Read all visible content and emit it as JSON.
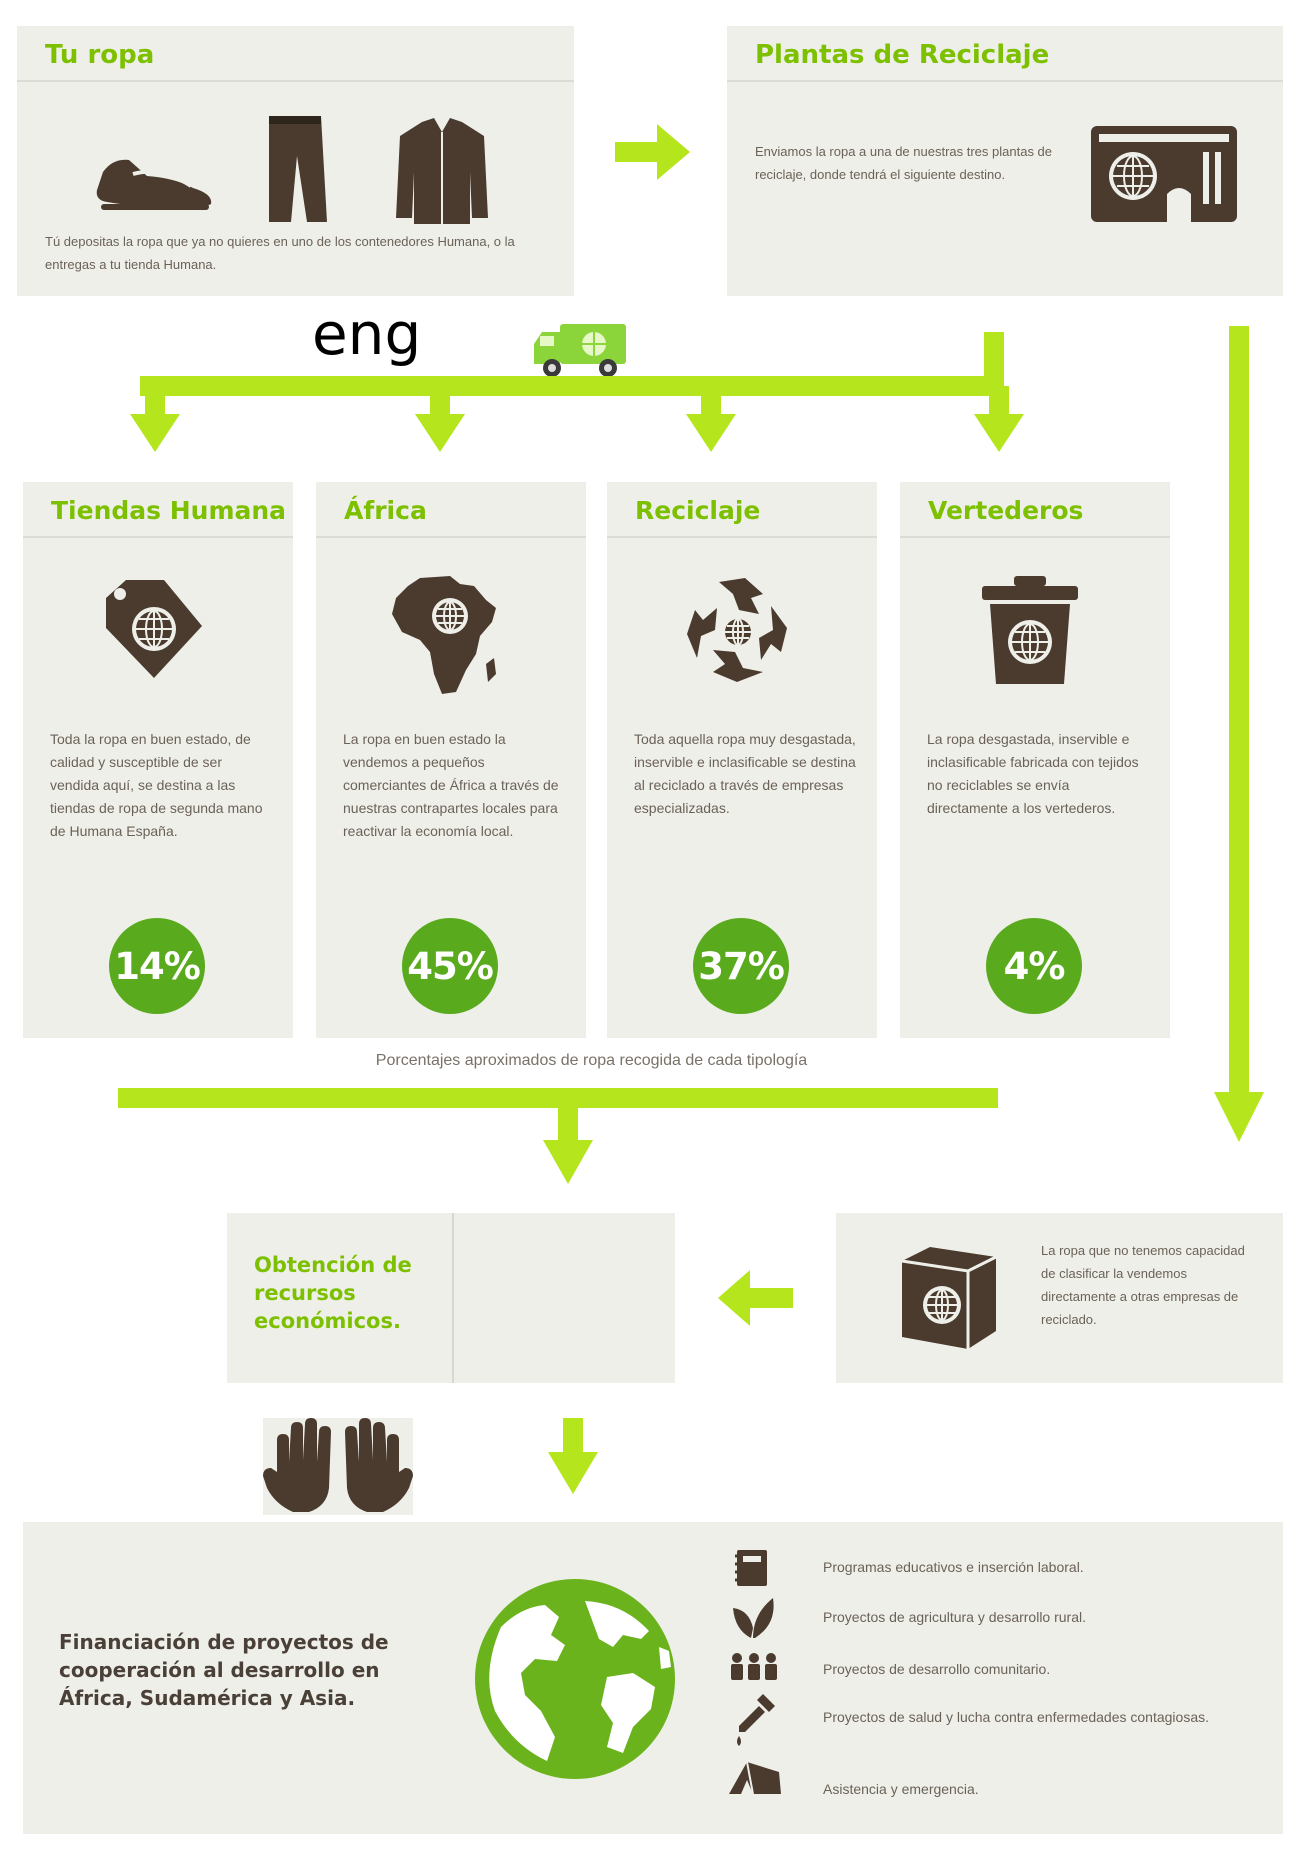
{
  "colors": {
    "brand_green": "#7cc000",
    "arrow_green": "#b5e61d",
    "circle_green": "#5aaa1e",
    "icon_dark": "#4a3b2e",
    "panel_bg": "#efefea"
  },
  "overlay_label": "eng",
  "tu_ropa": {
    "title": "Tu ropa",
    "text": "Tú depositas la ropa que ya no quieres en uno de los contenedores Humana, o la entregas a tu tienda Humana.",
    "icons": [
      "shoe-icon",
      "trousers-icon",
      "jacket-icon"
    ]
  },
  "plantas": {
    "title": "Plantas de Reciclaje",
    "text": "Enviamos la ropa a una de nuestras tres plantas de reciclaje, donde tendrá el siguiente destino.",
    "icon": "recycling-plant-icon"
  },
  "truck_icon": "truck-icon",
  "destinations": [
    {
      "title": "Tiendas Humana",
      "text": "Toda la ropa en buen estado, de calidad y susceptible de ser vendida aquí, se destina a las tiendas de ropa de segunda mano de Humana España.",
      "percent": "14%",
      "icon": "price-tag-icon"
    },
    {
      "title": "África",
      "text": "La ropa en buen estado la vendemos a pequeños comerciantes de África a través de nuestras contrapartes locales para reactivar la economía local.",
      "percent": "45%",
      "icon": "africa-map-icon"
    },
    {
      "title": "Reciclaje",
      "text": "Toda aquella ropa muy desgastada, inservible e inclasificable se destina al reciclado a través de empresas especializadas.",
      "percent": "37%",
      "icon": "recycle-arrows-icon"
    },
    {
      "title": "Vertederos",
      "text": "La ropa desgastada, inservible e inclasificable fabricada con tejidos no reciclables se envía directamente a los vertederos.",
      "percent": "4%",
      "icon": "trash-bin-icon"
    }
  ],
  "caption": "Porcentajes aproximados de ropa recogida de cada tipología",
  "obtencion": {
    "title": "Obtención de recursos económicos."
  },
  "box_panel": {
    "text": "La ropa que no tenemos capacidad de clasificar la vendemos directamente a otras empresas de reciclado.",
    "icon": "box-icon"
  },
  "hands_icon": "hands-icon",
  "financiacion": {
    "title": "Financiación de proyectos de cooperación al desarrollo en África, Sudamérica y Asia.",
    "globe_icon": "globe-icon",
    "items": [
      {
        "text": "Programas educativos e inserción laboral.",
        "icon": "book-icon"
      },
      {
        "text": "Proyectos de agricultura y desarrollo rural.",
        "icon": "leaf-icon"
      },
      {
        "text": "Proyectos de desarrollo comunitario.",
        "icon": "people-icon"
      },
      {
        "text": "Proyectos de salud y lucha contra enfermedades contagiosas.",
        "icon": "dropper-icon"
      },
      {
        "text": "Asistencia y emergencia.",
        "icon": "tent-icon"
      }
    ]
  }
}
